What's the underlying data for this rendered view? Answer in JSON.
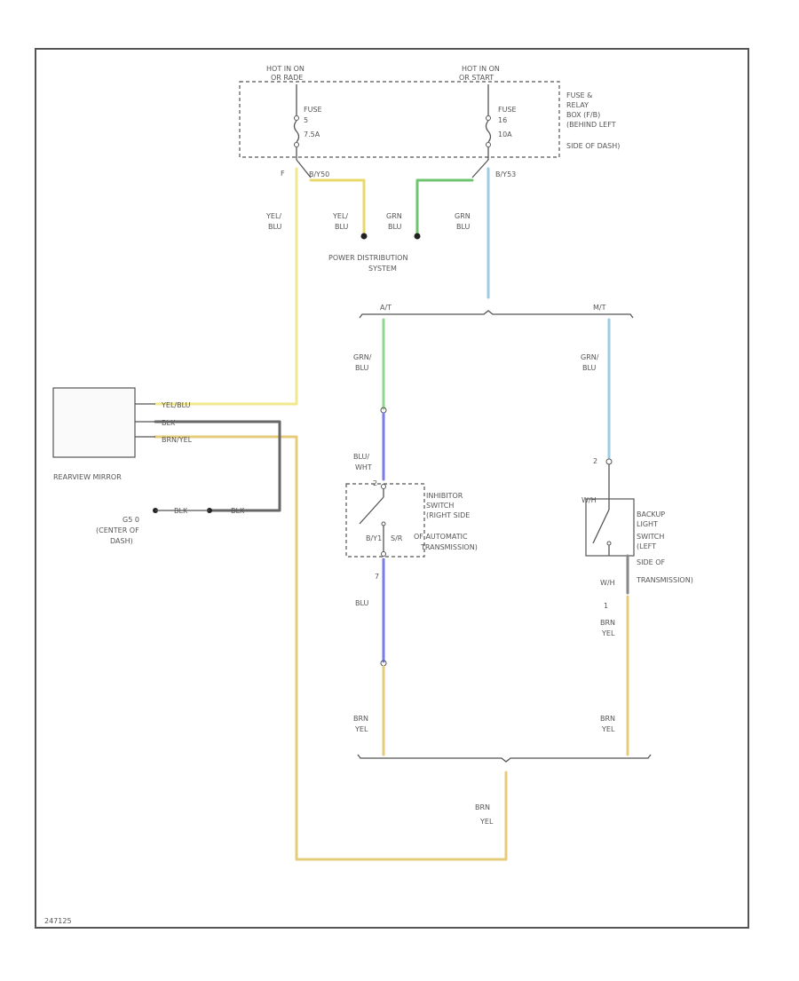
{
  "fuse_box": {
    "hot_left": "HOT IN ON",
    "hot_left_2": "OR RADE",
    "fuse_left_1": "FUSE",
    "fuse_left_2": "5",
    "fuse_left_3": "7.5A",
    "hot_right": "HOT IN ON",
    "hot_right_2": "OR START",
    "fuse_right_1": "FUSE",
    "fuse_right_2": "16",
    "fuse_right_3": "10A",
    "desc_1": "FUSE &",
    "desc_2": "RELAY",
    "desc_3": "BOX (F/B)",
    "desc_4": "(BEHIND LEFT",
    "desc_5": "SIDE OF DASH)",
    "pin_left": "F",
    "pin_left_2": "B/Y50",
    "pin_right": "B/Y53"
  },
  "wires": {
    "yel_blu_1a": "YEL/",
    "yel_blu_1b": "BLU",
    "yel_blu_2a": "YEL/",
    "yel_blu_2b": "BLU",
    "grn_blu_1a": "GRN",
    "grn_blu_1b": "BLU",
    "grn_blu_2a": "GRN",
    "grn_blu_2b": "BLU",
    "grn_blu_at_a": "GRN/",
    "grn_blu_at_b": "BLU",
    "grn_blu_mt_a": "GRN/",
    "grn_blu_mt_b": "BLU",
    "blu_wht_a": "BLU/",
    "blu_wht_b": "WHT",
    "blu": "BLU",
    "brn_yel_1a": "BRN",
    "brn_yel_1b": "YEL",
    "brn_yel_2a": "BRN",
    "brn_yel_2b": "YEL",
    "brn_yel_3a": "BRN",
    "brn_yel_3b": "YEL",
    "brn_yel_4a": "BRN",
    "brn_yel_4b": "YEL"
  },
  "power_dist": {
    "line1": "POWER DISTRIBUTION",
    "line2": "SYSTEM"
  },
  "branch": {
    "at": "A/T",
    "mt": "M/T"
  },
  "mirror": {
    "label": "REARVIEW MIRROR",
    "pin1": "YEL/BLU",
    "pin2": "BLK",
    "pin3": "BRN/YEL"
  },
  "ground": {
    "code": "G5 0",
    "line2": "(CENTER OF",
    "line3": "DASH)",
    "wire1": "BLK",
    "wire2": "BLK"
  },
  "inhibitor": {
    "line1": "INHIBITOR",
    "line2": "SWITCH",
    "line3": "(RIGHT SIDE",
    "line4": "OF AUTOMATIC",
    "line5": "TRANSMISSION)",
    "pin": "2",
    "pin2": "B/Y1",
    "pin3": "S/R",
    "pin_bottom": "7"
  },
  "backup": {
    "line1": "BACKUP",
    "line2": "LIGHT",
    "line3": "SWITCH",
    "line4": "(LEFT",
    "line5": "SIDE OF",
    "line6": "TRANSMISSION)",
    "pin_top": "2",
    "pin_top2": "W/H",
    "pin_bot": "W/H",
    "pin_bot2": "1"
  },
  "footer": {
    "code": "247125"
  }
}
